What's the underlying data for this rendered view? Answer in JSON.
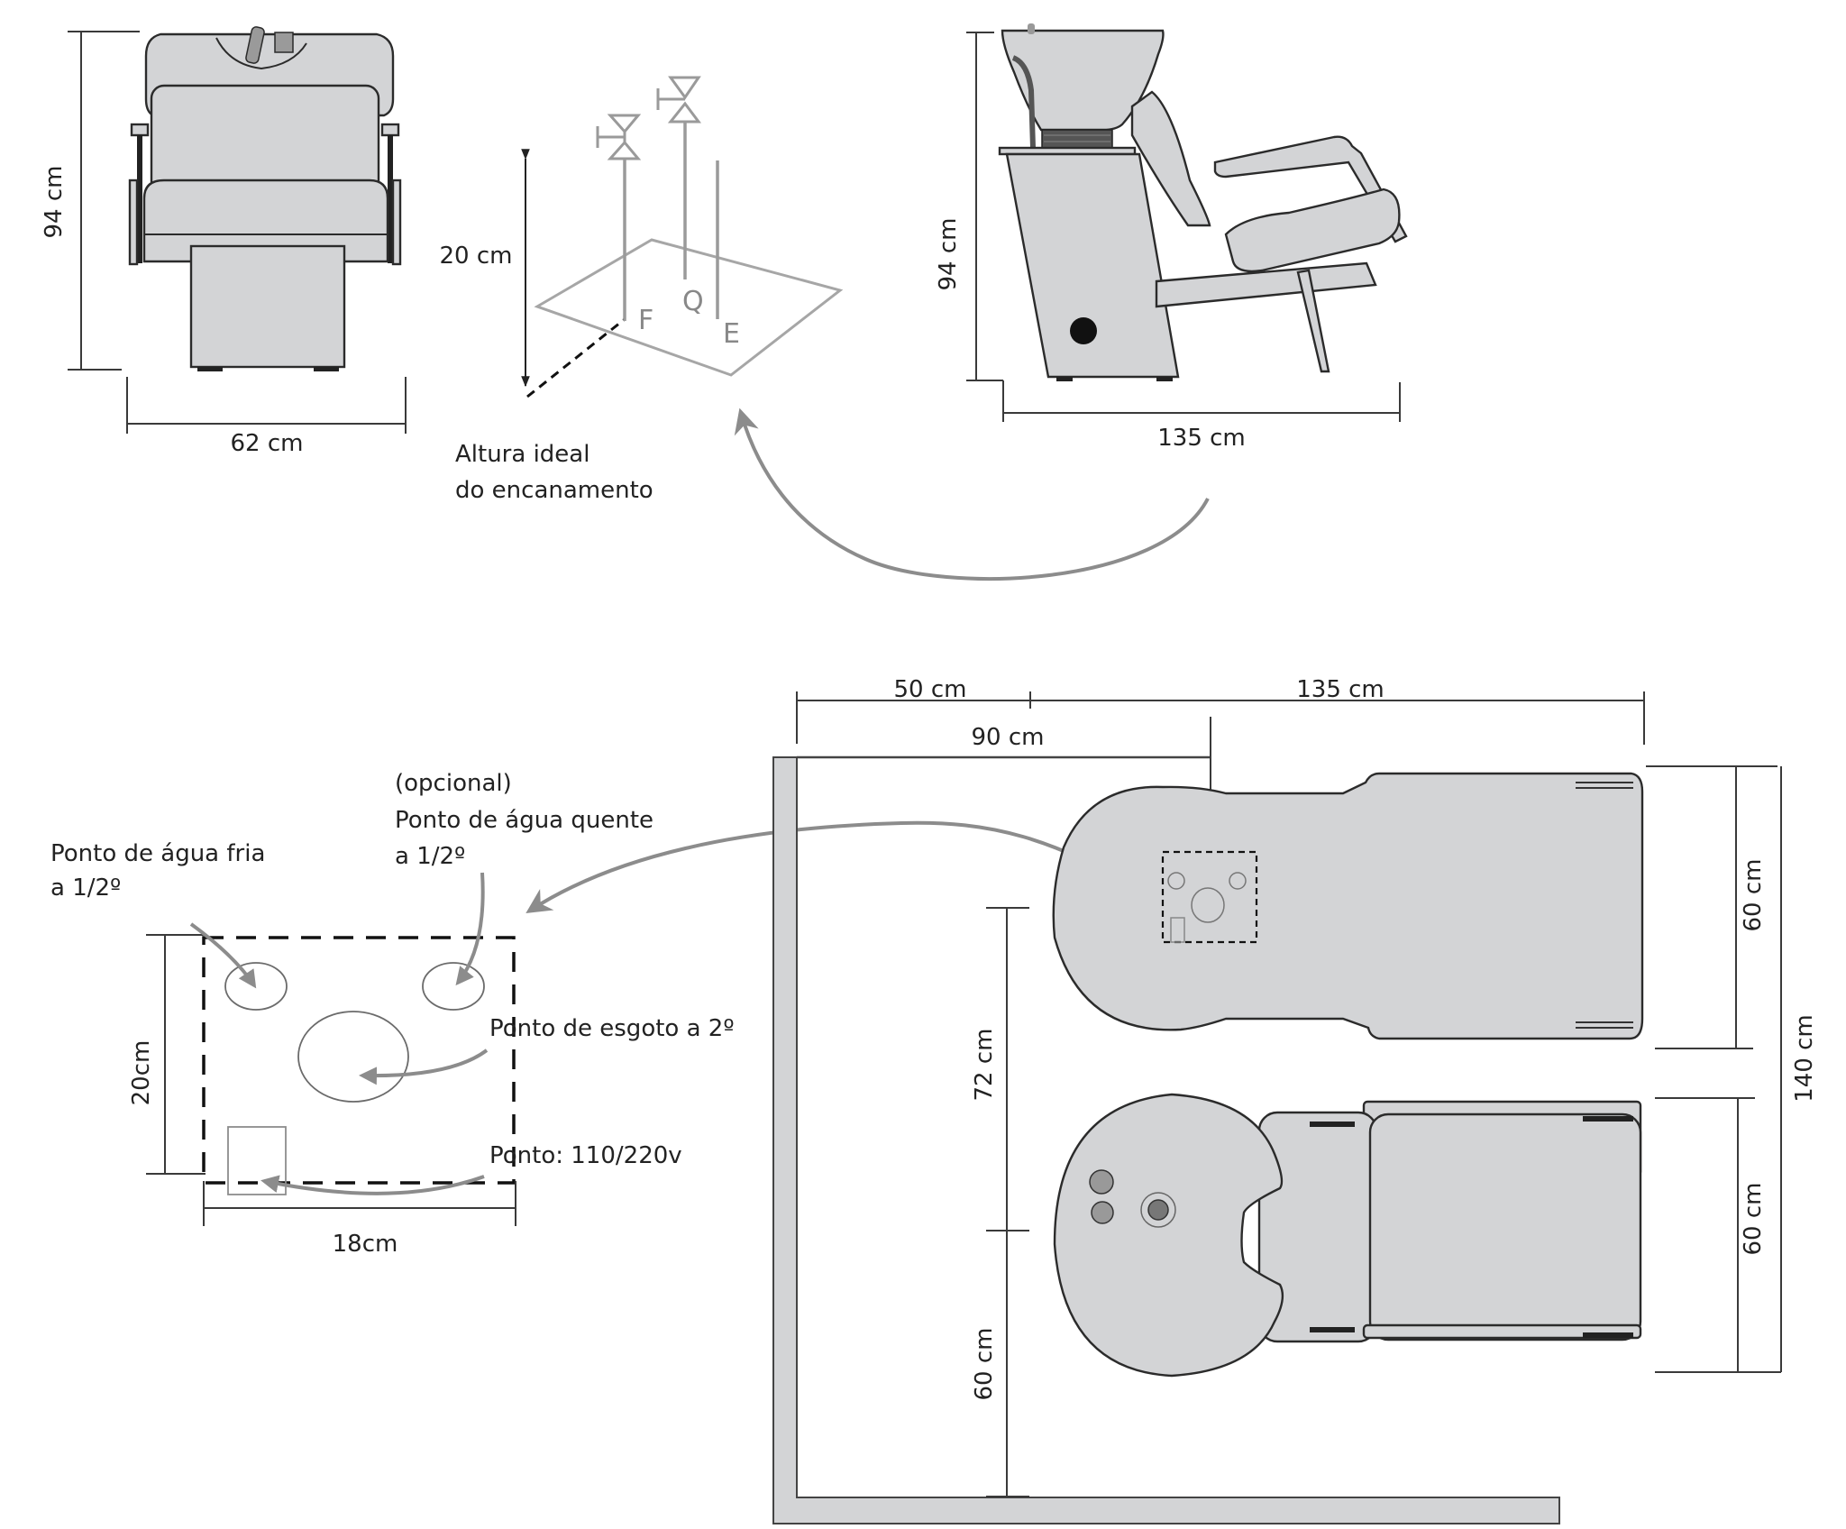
{
  "title": "Lavatório — medidas e pontos de instalação",
  "front_view": {
    "height_label": "94 cm",
    "width_label": "62 cm"
  },
  "plumbing_iso": {
    "height_label": "20 cm",
    "caption_line1": "Altura ideal",
    "caption_line2": "do encanamento",
    "point_cold": "F",
    "point_hot": "Q",
    "point_sewer": "E"
  },
  "side_view": {
    "height_label": "94 cm",
    "length_label": "135 cm"
  },
  "point_detail": {
    "cold_water_line1": "Ponto de água fria",
    "cold_water_line2": "a 1/2º",
    "hot_water_optional": "(opcional)",
    "hot_water_line1": "Ponto de água quente",
    "hot_water_line2": "a 1/2º",
    "sewer": "Ponto de esgoto a 2º",
    "electric": "Ponto: 110/220v",
    "height_label": "20cm",
    "width_label": "18cm"
  },
  "floor_plan": {
    "wall_gap_label": "50 cm",
    "chair_length_label": "135 cm",
    "point_distance_label": "90 cm",
    "seat_width_top_label": "60 cm",
    "seat_width_bottom_label": "60 cm",
    "total_width_label": "140 cm",
    "wall_to_center_label": "72 cm",
    "center_to_wall_label": "60 cm"
  },
  "colors": {
    "body_fill": "#d3d4d6",
    "outline": "#2b2b2b",
    "annotation_gray": "#8c8c8c",
    "dim_line": "#3a3a3a"
  }
}
